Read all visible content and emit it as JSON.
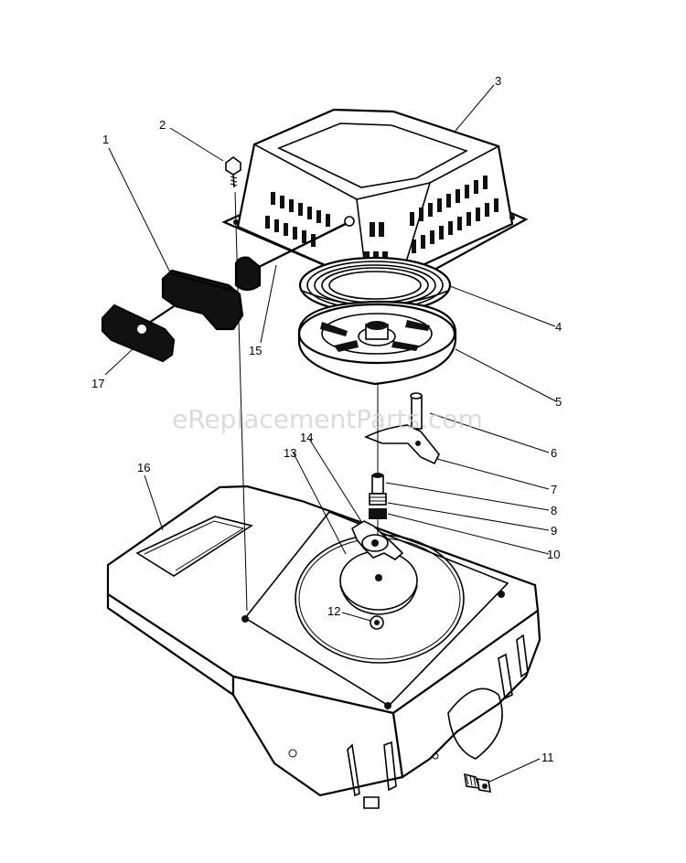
{
  "watermark": "eReplacementParts.com",
  "callouts": [
    {
      "key": "1",
      "text": "1"
    },
    {
      "key": "2",
      "text": "2"
    },
    {
      "key": "3",
      "text": "3"
    },
    {
      "key": "4",
      "text": "4"
    },
    {
      "key": "5",
      "text": "5"
    },
    {
      "key": "6",
      "text": "6"
    },
    {
      "key": "7",
      "text": "7"
    },
    {
      "key": "8",
      "text": "8"
    },
    {
      "key": "9",
      "text": "9"
    },
    {
      "key": "10",
      "text": "10"
    },
    {
      "key": "11",
      "text": "11"
    },
    {
      "key": "12",
      "text": "12"
    },
    {
      "key": "13",
      "text": "13"
    },
    {
      "key": "14",
      "text": "14"
    },
    {
      "key": "15",
      "text": "15"
    },
    {
      "key": "16",
      "text": "16"
    },
    {
      "key": "17",
      "text": "17"
    }
  ]
}
